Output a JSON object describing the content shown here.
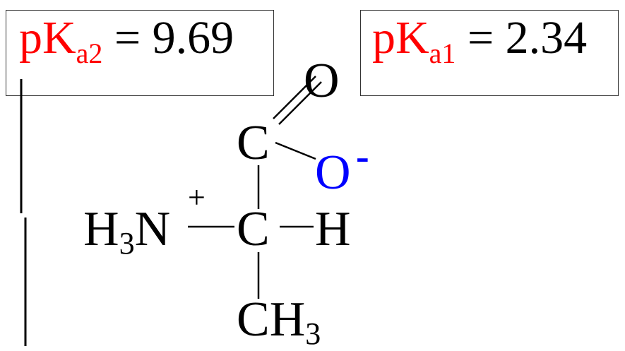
{
  "pka2": {
    "label": "pK",
    "subscript": "a2",
    "equals": "=",
    "value": "9.69"
  },
  "pka1": {
    "label": "pK",
    "subscript": "a1",
    "equals": "=",
    "value": "2.34"
  },
  "molecule": {
    "carbonyl_oxygen": "O",
    "carboxyl_carbon": "C",
    "carboxylate_oxygen": "O",
    "carboxylate_charge": "-",
    "amine_group": {
      "h": "H",
      "count": "3",
      "n": "N"
    },
    "amine_charge": "+",
    "alpha_carbon": "C",
    "alpha_hydrogen": "H",
    "methyl_group": {
      "c": "C",
      "h": "H",
      "count": "3"
    }
  },
  "colors": {
    "pka_label": "#ff0000",
    "carboxylate": "#0000ff",
    "text": "#000000"
  }
}
